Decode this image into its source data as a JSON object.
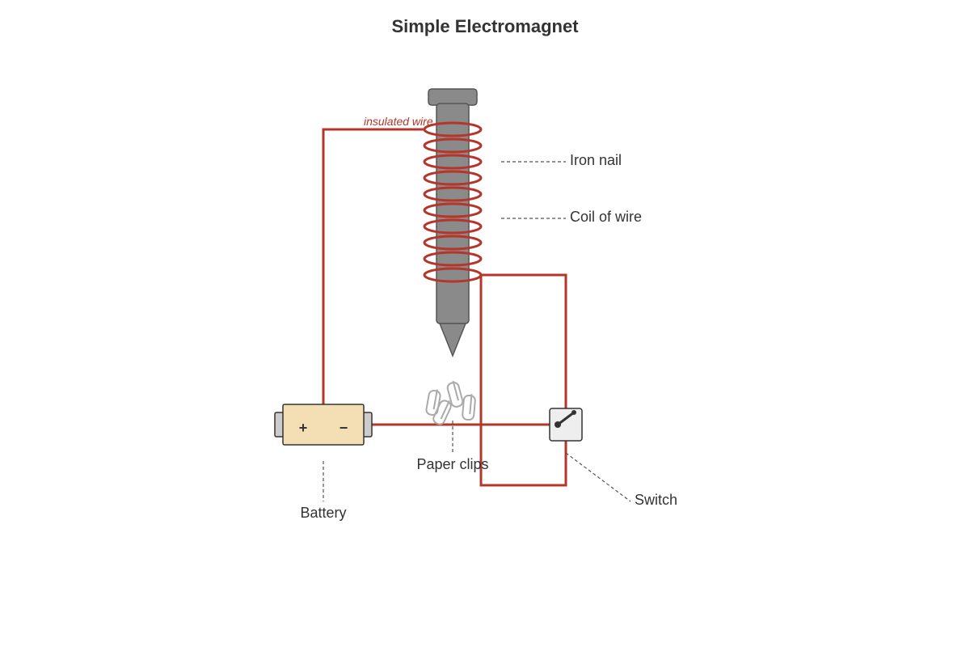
{
  "title": "Simple Electromagnet",
  "labels": {
    "insulated_wire": "insulated wire",
    "iron_nail": "Iron nail",
    "coil_of_wire": "Coil of wire",
    "paper_clips": "Paper clips",
    "battery": "Battery",
    "switch": "Switch"
  },
  "battery": {
    "positive": "+",
    "negative": "−"
  },
  "coil": {
    "turns": 10
  },
  "paper_clips": {
    "count": 4
  },
  "colors": {
    "wire": "#b5352b",
    "nail": "#8a8a8a",
    "nail_stroke": "#555555",
    "battery_body": "#f4deb3",
    "battery_terminal": "#cccccc",
    "switch_body": "#eeeeee",
    "clip": "#aaaaaa",
    "text": "#333333"
  }
}
